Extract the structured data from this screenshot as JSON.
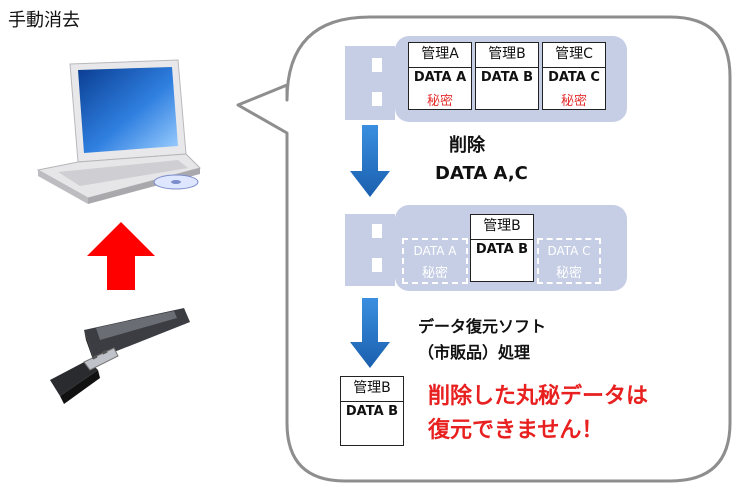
{
  "title": "手動消去",
  "colors": {
    "usb_blue": "#c6cee5",
    "arrow_blue": "#1f6fbf",
    "arrow_red": "#ff0000",
    "secret_red": "#e53030",
    "warning_red": "#e82020"
  },
  "icons": {
    "laptop": "laptop-icon",
    "usb_drive": "usb-drive-icon",
    "up_arrow": "red-up-arrow-icon",
    "down_arrow": "blue-down-arrow-icon"
  },
  "top_usb": {
    "cells": [
      {
        "head": "管理A",
        "data": "DATA A",
        "secret": "秘密"
      },
      {
        "head": "管理B",
        "data": "DATA B",
        "secret": ""
      },
      {
        "head": "管理C",
        "data": "DATA C",
        "secret": "秘密"
      }
    ]
  },
  "step1": {
    "line1": "削除",
    "line2": "DATA A,C"
  },
  "middle_usb": {
    "ghost_a": {
      "data": "DATA A",
      "secret": "秘密"
    },
    "cell_b": {
      "head": "管理B",
      "data": "DATA B"
    },
    "ghost_c": {
      "data": "DATA C",
      "secret": "秘密"
    }
  },
  "step2": {
    "line1": "データ復元ソフト",
    "line2": "（市販品）処理"
  },
  "result": {
    "head": "管理B",
    "data": "DATA B"
  },
  "warning": {
    "line1": "削除した丸秘データは",
    "line2": "復元できません！"
  }
}
